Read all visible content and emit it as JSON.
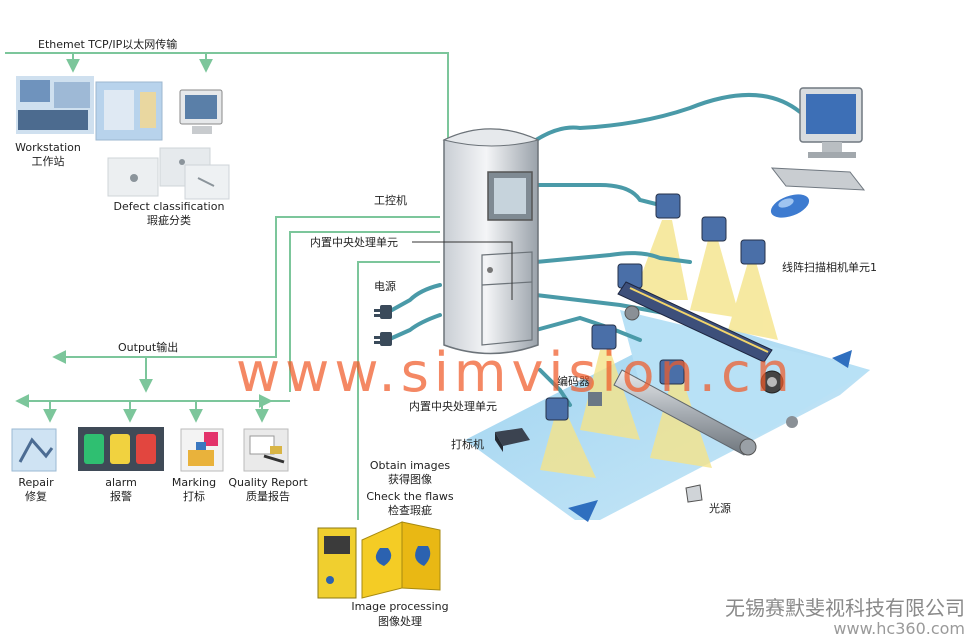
{
  "labels": {
    "ethernet": "Ethemet TCP/IP以太网传输",
    "workstation_en": "Workstation",
    "workstation_zh": "工作站",
    "defect_en": "Defect classification",
    "defect_zh": "瑕疵分类",
    "ipc": "工控机",
    "cpu_top": "内置中央处理单元",
    "power": "电源",
    "output": "Output输出",
    "encoder": "编码器",
    "cpu_bottom": "内置中央处理单元",
    "printer": "打标机",
    "obtain_en": "Obtain images",
    "obtain_zh": "获得图像",
    "check_en": "Check the flaws",
    "check_zh": "检查瑕疵",
    "camera": "线阵扫描相机单元1",
    "light": "光源",
    "repair_en": "Repair",
    "repair_zh": "修复",
    "alarm_en": "alarm",
    "alarm_zh": "报警",
    "marking_en": "Marking",
    "marking_zh": "打标",
    "report_en": "Quality Report",
    "report_zh": "质量报告",
    "imgproc_en": "Image processing",
    "imgproc_zh": "图像处理"
  },
  "watermark": "www.simvision.cn",
  "footer": {
    "company": "无锡赛默斐视科技有限公司",
    "site": "www.hc360.com"
  },
  "colors": {
    "connector": "#7cc69b",
    "cable": "#4a9aa8",
    "web": "#a8d8f0",
    "light_beam": "#f5e48a",
    "watermark": "#f05a28"
  },
  "icons": {
    "workstation": "workstation-photo-icon",
    "monitor": "computer-monitor-icon",
    "defects": "defect-samples-icon",
    "cabinet": "industrial-pc-cabinet-icon",
    "desktop": "desktop-computer-icon",
    "mouse": "mouse-icon",
    "cameras": "line-scan-camera-icon",
    "encoder": "encoder-icon",
    "printer": "marking-printer-icon",
    "light": "light-source-icon",
    "repair": "repair-photo-icon",
    "alarm": "alarm-lights-icon",
    "marking": "marking-icon",
    "report": "quality-report-icon",
    "imgproc": "image-processing-card-icon"
  }
}
